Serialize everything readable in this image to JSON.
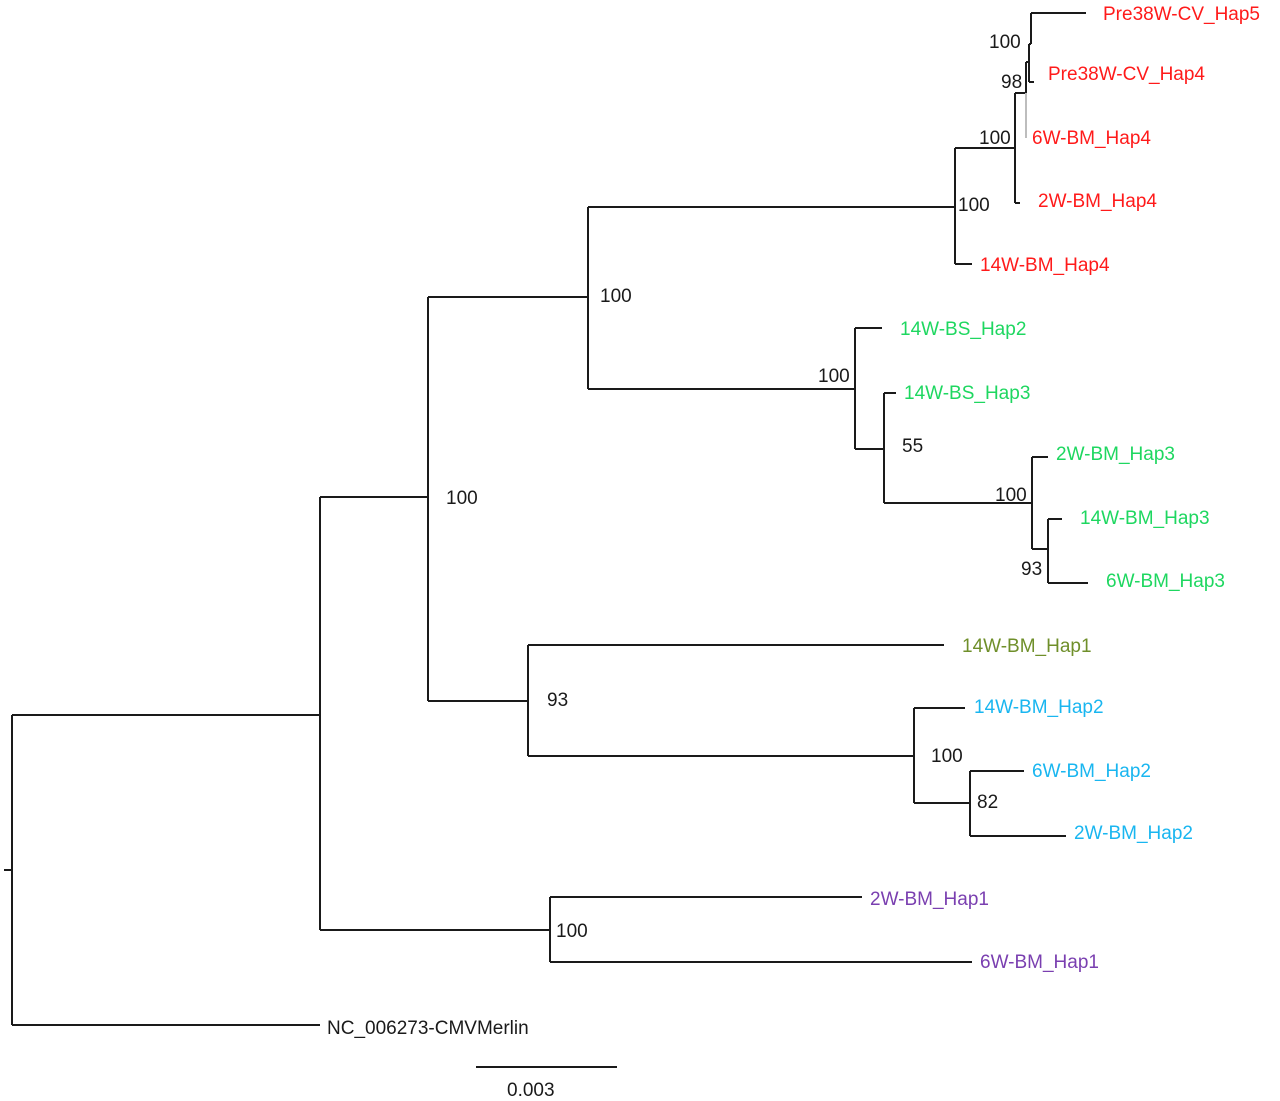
{
  "colors": {
    "red_clade": "#ff1a1a",
    "green_clade": "#1ed760",
    "olive": "#6f8f2a",
    "cyan_clade": "#19b6f0",
    "purple_clade": "#7a3fb0",
    "black": "#1a1a1a"
  },
  "tips": {
    "pre38w_cv_hap5": "Pre38W-CV_Hap5",
    "pre38w_cv_hap4": "Pre38W-CV_Hap4",
    "w6_bm_hap4": "6W-BM_Hap4",
    "w2_bm_hap4": "2W-BM_Hap4",
    "w14_bm_hap4": "14W-BM_Hap4",
    "w14_bs_hap2": "14W-BS_Hap2",
    "w14_bs_hap3": "14W-BS_Hap3",
    "w2_bm_hap3": "2W-BM_Hap3",
    "w14_bm_hap3": "14W-BM_Hap3",
    "w6_bm_hap3": "6W-BM_Hap3",
    "w14_bm_hap1": "14W-BM_Hap1",
    "w14_bm_hap2": "14W-BM_Hap2",
    "w6_bm_hap2": "6W-BM_Hap2",
    "w2_bm_hap2": "2W-BM_Hap2",
    "w2_bm_hap1": "2W-BM_Hap1",
    "w6_bm_hap1": "6W-BM_Hap1",
    "outgroup": "NC_006273-CMVMerlin"
  },
  "support": {
    "pre38w_pair": "100",
    "pre38w_6w": "98",
    "hap4_core": "100",
    "hap4_clade": "100",
    "red_green": "100",
    "bs_clade": "100",
    "bs3_node": "55",
    "hap3_node": "100",
    "hap3_pair": "93",
    "major": "100",
    "hap1_hap2": "93",
    "hap2_clade": "100",
    "hap2_pair": "82",
    "hap1_clade": "100"
  },
  "scale_bar": {
    "label": "0.003"
  }
}
